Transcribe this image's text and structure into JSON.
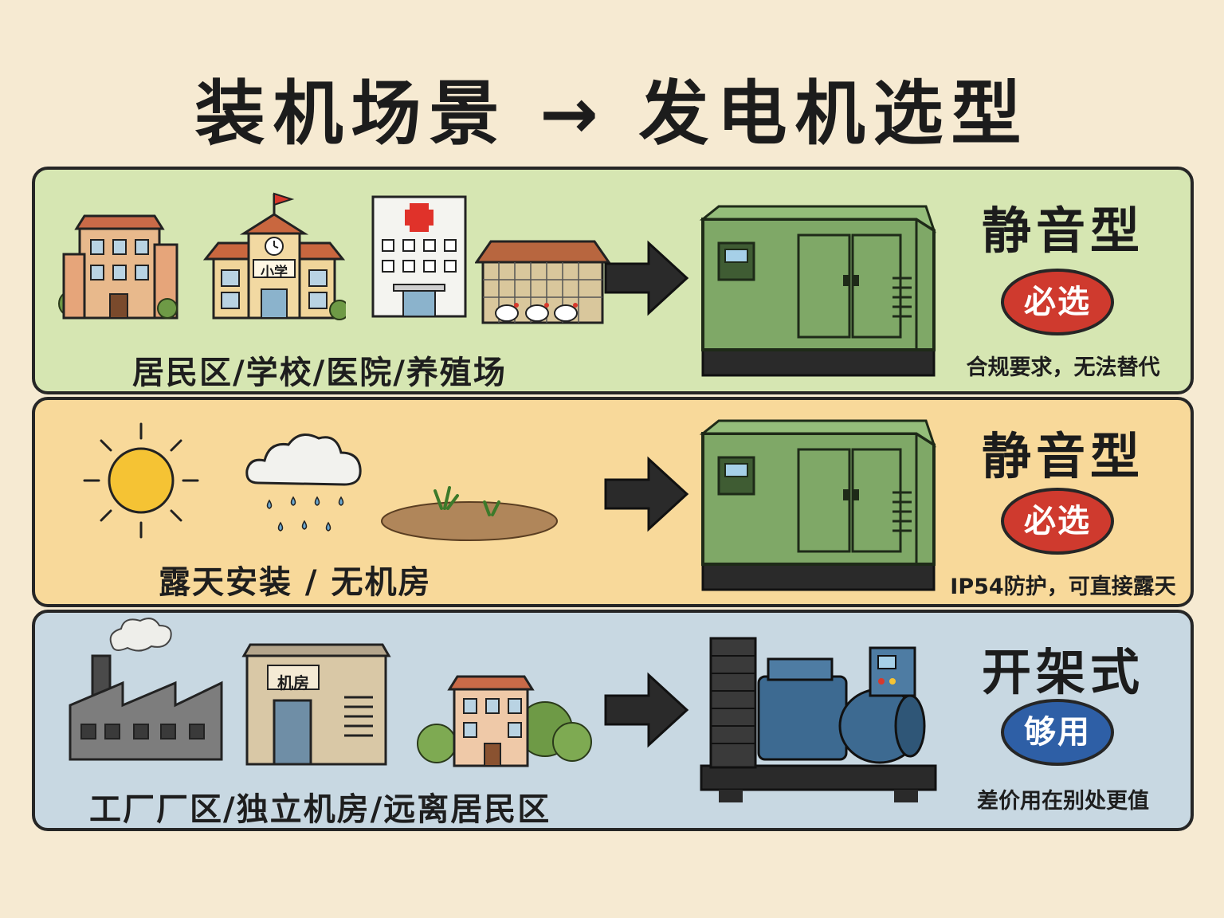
{
  "title": "装机场景 → 发电机选型",
  "panels": [
    {
      "scene_caption": "居民区/学校/医院/养殖场",
      "school_sign": "小学",
      "result_type": "静音型",
      "badge": "必选",
      "note": "合规要求，无法替代"
    },
    {
      "scene_caption": "露天安装 / 无机房",
      "result_type": "静音型",
      "badge": "必选",
      "note": "IP54防护，可直接露天"
    },
    {
      "scene_caption": "工厂厂区/独立机房/远离居民区",
      "room_sign": "机房",
      "result_type": "开架式",
      "badge": "够用",
      "note": "差价用在别处更值"
    }
  ],
  "colors": {
    "panel_green": "#d6e6b2",
    "panel_orange": "#f8d99a",
    "panel_blue": "#c8d8e2",
    "badge_red": "#cf3a2e",
    "badge_blue": "#2e5fa6",
    "genset_green": "#7fa867",
    "genset_blue": "#3d6a91"
  },
  "icons": [
    "apartment-building-icon",
    "school-icon",
    "hospital-icon",
    "chicken-farm-icon",
    "sun-icon",
    "rain-cloud-icon",
    "soil-ground-icon",
    "factory-icon",
    "machine-room-icon",
    "house-icon",
    "arrow-right-icon",
    "silent-generator-icon",
    "open-frame-generator-icon"
  ]
}
